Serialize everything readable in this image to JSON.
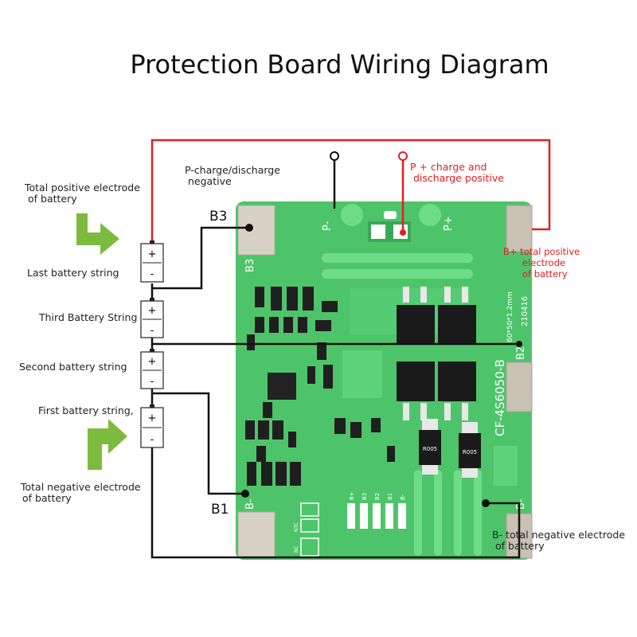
{
  "title": "Protection Board Wiring Diagram",
  "labels": {
    "total_positive": [
      "Total positive electrode",
      "of battery"
    ],
    "last_string": "Last battery string",
    "third_string": "Third Battery String",
    "second_string": "Second battery string",
    "first_string": "First battery string,",
    "total_negative": [
      "Total negative electrode",
      "of battery"
    ],
    "p_minus": [
      "P-charge/discharge",
      "negative"
    ],
    "p_plus": [
      "P + charge and",
      "discharge positive"
    ],
    "b_plus": [
      "B+ total positive",
      "electrode",
      "of battery"
    ],
    "b_minus": [
      "B- total negative electrode",
      "of battery"
    ]
  },
  "terminals": {
    "b3": "B3",
    "b1": "B1"
  },
  "battery_signs": {
    "plus": "+",
    "minus": "-"
  },
  "board_markings": {
    "p_minus": "P-",
    "p_plus": "P+",
    "b3": "B3",
    "b2": "B2",
    "b_minus_pad": "B-",
    "b_minus_edge": "B-",
    "model": "CF-4S6050-B",
    "size": "60*50*1.2mm",
    "date": "210416",
    "resistor": "R005",
    "header_pins": [
      "B+",
      "B3",
      "B2",
      "B1",
      "B-"
    ],
    "small_labels": [
      "NTC",
      "NC"
    ]
  },
  "colors": {
    "board": "#4ec46a",
    "board_dark": "#3aa857",
    "trace": "#6fdc87",
    "red_wire": "#e02020",
    "arrow": "#7dbb3e",
    "chip": "#1a1a1a",
    "pad": "#c9c1b4"
  },
  "icons": [
    "arrow-right-icon",
    "battery-icon",
    "terminal-dot-icon"
  ]
}
